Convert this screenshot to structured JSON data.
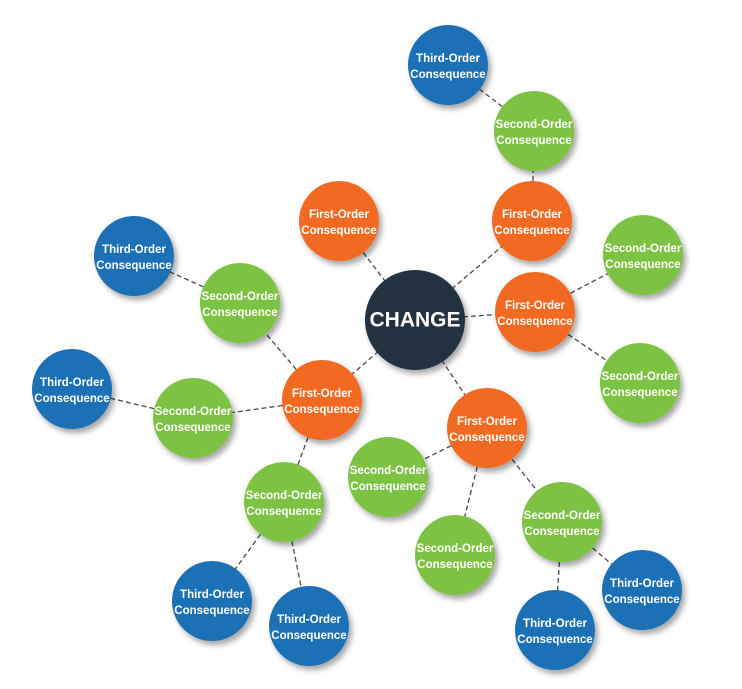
{
  "center": {
    "label": "CHANGE"
  },
  "colors": {
    "center": "#233240",
    "first": "#f26b21",
    "second": "#7dc242",
    "third": "#1f6fb5",
    "edge": "#4a4a4a"
  },
  "labels": {
    "first": [
      "First-Order",
      "Consequence"
    ],
    "second": [
      "Second-Order",
      "Consequence"
    ],
    "third": [
      "Third-Order",
      "Consequence"
    ]
  },
  "tree": [
    {
      "order": "first",
      "children": [
        {
          "order": "second",
          "children": [
            {
              "order": "third"
            }
          ]
        }
      ]
    },
    {
      "order": "first"
    },
    {
      "order": "first",
      "children": [
        {
          "order": "second"
        },
        {
          "order": "second"
        }
      ]
    },
    {
      "order": "first",
      "children": [
        {
          "order": "second"
        },
        {
          "order": "second"
        },
        {
          "order": "second",
          "children": [
            {
              "order": "third"
            },
            {
              "order": "third"
            }
          ]
        }
      ]
    },
    {
      "order": "first",
      "children": [
        {
          "order": "second",
          "children": [
            {
              "order": "third"
            }
          ]
        },
        {
          "order": "second",
          "children": [
            {
              "order": "third"
            }
          ]
        },
        {
          "order": "second",
          "children": [
            {
              "order": "third"
            },
            {
              "order": "third"
            }
          ]
        }
      ]
    }
  ]
}
